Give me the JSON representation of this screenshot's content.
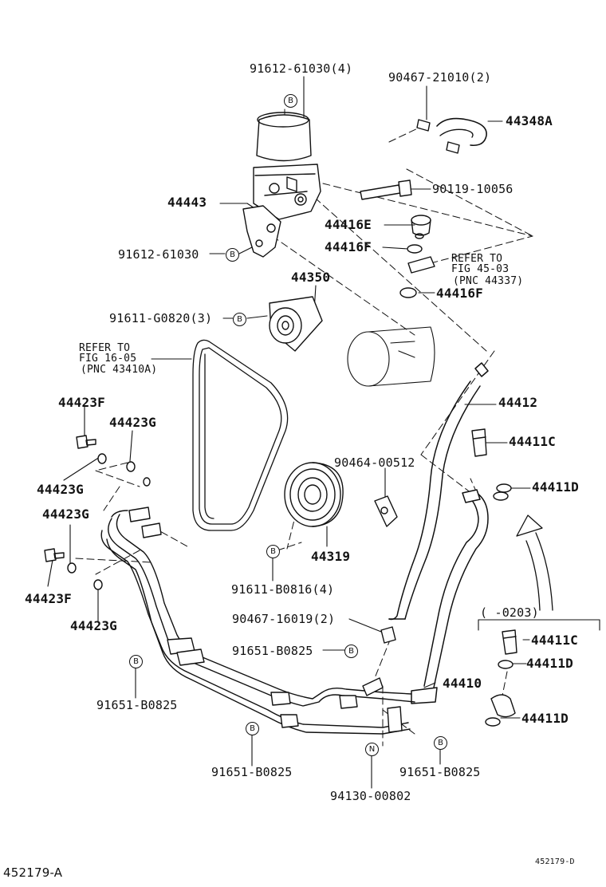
{
  "parts": {
    "p_91612_61030_4": "91612-61030(4)",
    "p_90467_21010_2": "90467-21010(2)",
    "p_44348A": "44348A",
    "p_44443": "44443",
    "p_90119_10056": "90119-10056",
    "p_44416E": "44416E",
    "p_91612_61030": "91612-61030",
    "p_44416F_a": "44416F",
    "p_44416F_b": "44416F",
    "p_44350": "44350",
    "p_91611_G0820_3": "91611-G0820(3)",
    "p_44412": "44412",
    "p_44423F_a": "44423F",
    "p_44423G_a": "44423G",
    "p_44423G_b": "44423G",
    "p_44423G_c": "44423G",
    "p_44423F_b": "44423F",
    "p_44423G_d": "44423G",
    "p_44411C_a": "44411C",
    "p_90464_00512": "90464-00512",
    "p_44411D_a": "44411D",
    "p_44319": "44319",
    "p_91611_B0816_4": "91611-B0816(4)",
    "p_90467_16019_2": "90467-16019(2)",
    "p_91651_B0825_a": "91651-B0825",
    "p_91651_B0825_b": "91651-B0825",
    "p_44410": "44410",
    "p_44411C_b": "44411C",
    "p_44411D_b": "44411D",
    "p_44411D_c": "44411D",
    "p_91651_B0825_c": "91651-B0825",
    "p_91651_B0825_d": "91651-B0825",
    "p_94130_00802": "94130-00802"
  },
  "refs": {
    "ref1_line1": "REFER TO",
    "ref1_line2": "FIG 45-03",
    "ref1_line3": "(PNC 44337)",
    "ref2_line1": "REFER TO",
    "ref2_line2": "FIG 16-05",
    "ref2_line3": "(PNC 43410A)"
  },
  "bracket_label": "(      -0203)",
  "markers": {
    "B": "B",
    "N": "N"
  },
  "footer": {
    "left_id": "452179-A",
    "right_id": "452179-D"
  }
}
